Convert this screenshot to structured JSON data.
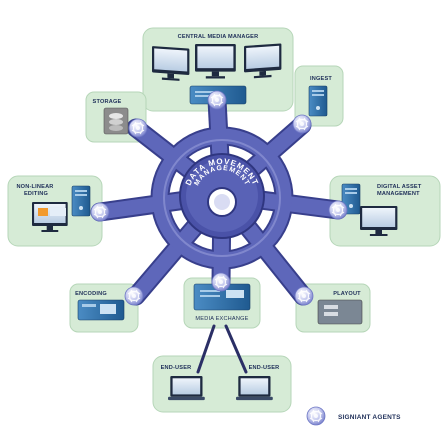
{
  "hub": {
    "line1": "DATA MOVEMENT",
    "line2": "MANAGEMENT"
  },
  "nodes": {
    "central_media_manager": "CENTRAL MEDIA MANAGER",
    "ingest": "INGEST",
    "storage": "STORAGE",
    "non_linear_editing_1": "NON-LINEAR",
    "non_linear_editing_2": "EDITING",
    "digital_asset_management_1": "DIGITAL ASSET",
    "digital_asset_management_2": "MANAGEMENT",
    "encoding": "ENCODING",
    "playout": "PLAYOUT",
    "media_exchange": "MEDIA EXCHANGE",
    "end_user_left": "END-USER",
    "end_user_right": "END-USER"
  },
  "legend": {
    "label": "SIGNIANT AGENTS"
  },
  "colors": {
    "panel": "#d6ebd6",
    "panel_border": "#b6d6b8",
    "arm": "#5a62b4",
    "arm_edge": "#383f8c",
    "hub": "#4a52a8",
    "agent": "#c9ccf0",
    "device": "#2f6ea6"
  }
}
